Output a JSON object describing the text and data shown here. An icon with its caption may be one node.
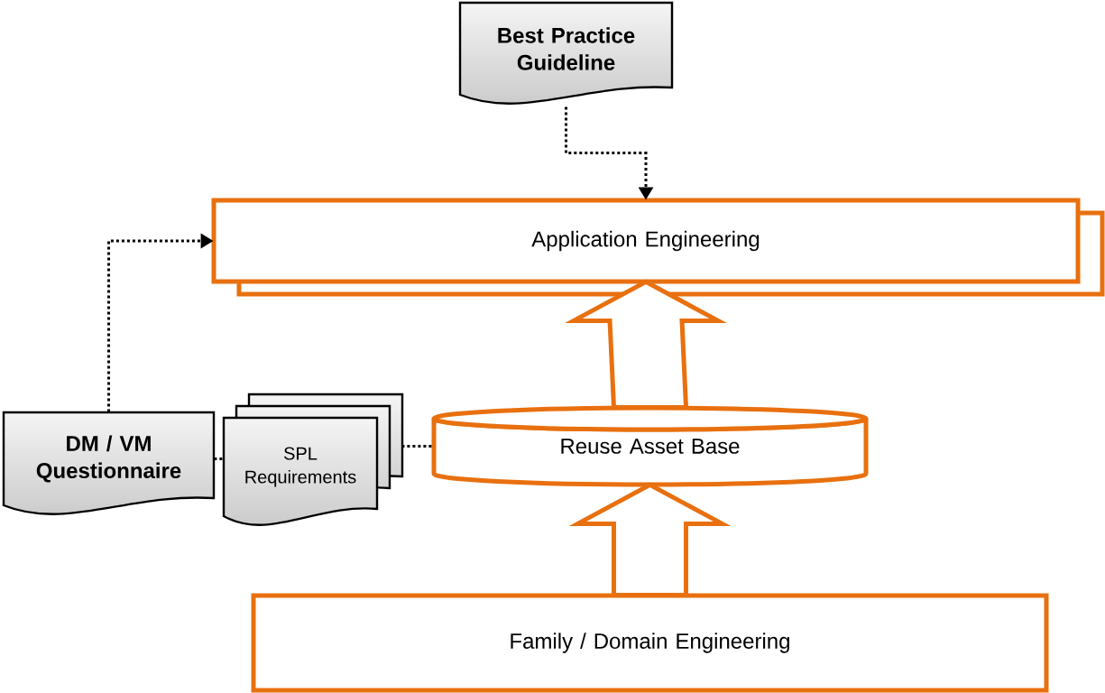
{
  "diagram": {
    "nodes": [
      {
        "text": [
          "Best Practice Guideline"
        ]
      },
      {
        "text": [
          "Application Engineering"
        ]
      },
      {
        "text": [
          "DM / VM Questionnaire"
        ]
      },
      {
        "text": [
          "SPL Requirements"
        ]
      },
      {
        "text": [
          "Reuse Asset Base"
        ]
      },
      {
        "text": [
          "Family / Domain Engineering"
        ]
      }
    ],
    "edges": [
      {
        "from": 0,
        "to": 1,
        "arrow": "to",
        "style": "dashed"
      },
      {
        "from": 2,
        "to": 1,
        "arrow": "to",
        "style": "dashed"
      },
      {
        "from": 2,
        "to": 3,
        "arrow": "none",
        "style": "dashed"
      },
      {
        "from": 3,
        "to": 4,
        "arrow": "none",
        "style": "dashed"
      },
      {
        "from": 4,
        "to": 1,
        "arrow": "to",
        "style": "thick",
        "color": "#e8700f"
      },
      {
        "from": 5,
        "to": 4,
        "arrow": "to",
        "style": "thick",
        "color": "#e8700f"
      }
    ]
  }
}
